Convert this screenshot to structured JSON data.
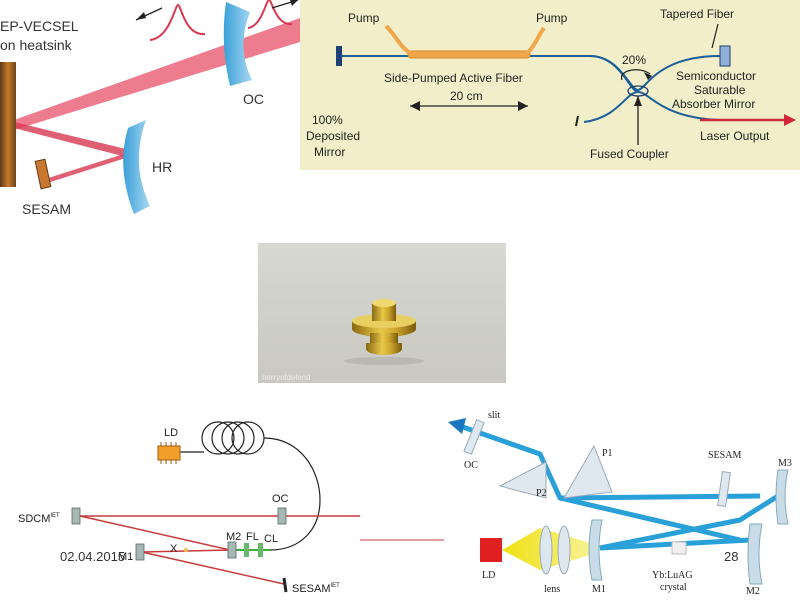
{
  "vecsel": {
    "title_line1": "EP-VECSEL",
    "title_line2": "on heatsink",
    "oc": "OC",
    "hr": "HR",
    "sesam": "SESAM"
  },
  "fiber": {
    "pump_left": "Pump",
    "pump_right": "Pump",
    "tapered_fiber": "Tapered Fiber",
    "active_fiber": "Side-Pumped Active Fiber",
    "length": "20 cm",
    "ratio": "20%",
    "sc_line1": "Semiconductor",
    "sc_line2": "Saturable",
    "sc_line3": "Absorber Mirror",
    "mirror_line1": "100%",
    "mirror_line2": "Deposited",
    "mirror_line3": "Mirror",
    "coupler": "Fused Coupler",
    "output": "Laser Output"
  },
  "photo": {
    "watermark": "berryoldelend"
  },
  "fiber_laser": {
    "ld": "LD",
    "oc": "OC",
    "sdcm": "SDCM",
    "sdcm_sup": "IET",
    "m2": "M2",
    "fl": "FL",
    "cl": "CL",
    "m1": "M1",
    "x": "X",
    "sesam": "SESAM",
    "sesam_sup": "IET"
  },
  "yb": {
    "slit": "slit",
    "oc": "OC",
    "p1": "P1",
    "p2": "P2",
    "sesam": "SESAM",
    "m3": "M3",
    "ld": "LD",
    "lens": "lens",
    "m1": "M1",
    "crystal_line1": "Yb:LuAG",
    "crystal_line2": "crystal",
    "m2": "M2"
  },
  "footer": {
    "date": "02.04.2015",
    "page": "28"
  }
}
